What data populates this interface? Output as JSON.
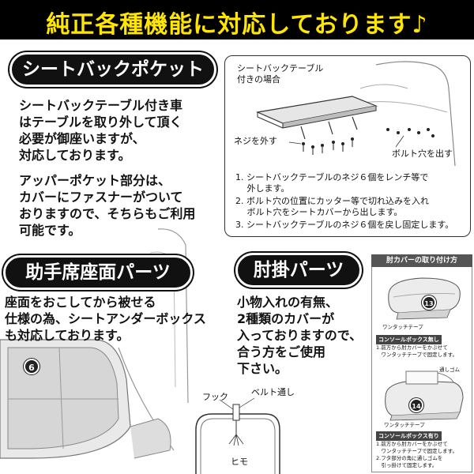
{
  "header": {
    "title": "純正各種機能に対応しております♪"
  },
  "seatback": {
    "badge": "シートバックポケット",
    "lines": [
      "シートバックテーブル付き車",
      "はテーブルを取り外して頂く",
      "必要が御座いますが、",
      "対応しております。"
    ],
    "upper_lines": [
      "アッパーポケット部分は、",
      "カバーにファスナーがついて",
      "おりますので、そちらもご利用",
      "可能です。"
    ]
  },
  "diagram": {
    "caption_line1": "シートバックテーブル",
    "caption_line2": "付きの場合",
    "screw_label": "ネジを外す",
    "bolt_label": "ボルト穴を出す",
    "steps": [
      "1. シートバックテーブルのネジ６個をレンチ等で",
      "　 外します。",
      "2. ボルト穴の位置にカッター等で切れ込みを入れ",
      "　 ボルト穴をシートカバーから出します。",
      "3. シートバックテーブルのネジ６個を戻し固定します。"
    ]
  },
  "passenger": {
    "badge": "助手席座面パーツ",
    "lines": [
      "座面をおこしてから被せる",
      "仕様の為、シートアンダーボックス",
      "も対応しております。"
    ],
    "number": "6"
  },
  "armrest": {
    "badge": "肘掛パーツ",
    "lines": [
      "小物入れの有無、",
      "2種類のカバーが",
      "入っておりますので、",
      "合う方をご使用",
      "下さい。"
    ]
  },
  "hook": {
    "hook_label": "フック",
    "belt_label": "ベルト通し",
    "string_label": "ヒモ"
  },
  "install": {
    "title": "肘カバーの取り付け方",
    "number1": "13",
    "tape1": "ワンタッチテープ",
    "without_label": "コンソールボックス無し",
    "without_lines": [
      "1.前方から肘カバーをかぶせて",
      "　ワンタッチテープで固定します。"
    ],
    "rubber_label": "通しゴム",
    "number2": "14",
    "tape2": "ワンタッチテープ",
    "with_label": "コンソールボックス有り",
    "with_lines": [
      "1.前方から肘カバーをかぶせて",
      "　ワンタッチテープで固定します。",
      "2.フタ部分の角に通しゴムを",
      "　引っ掛けて固定します。"
    ]
  }
}
